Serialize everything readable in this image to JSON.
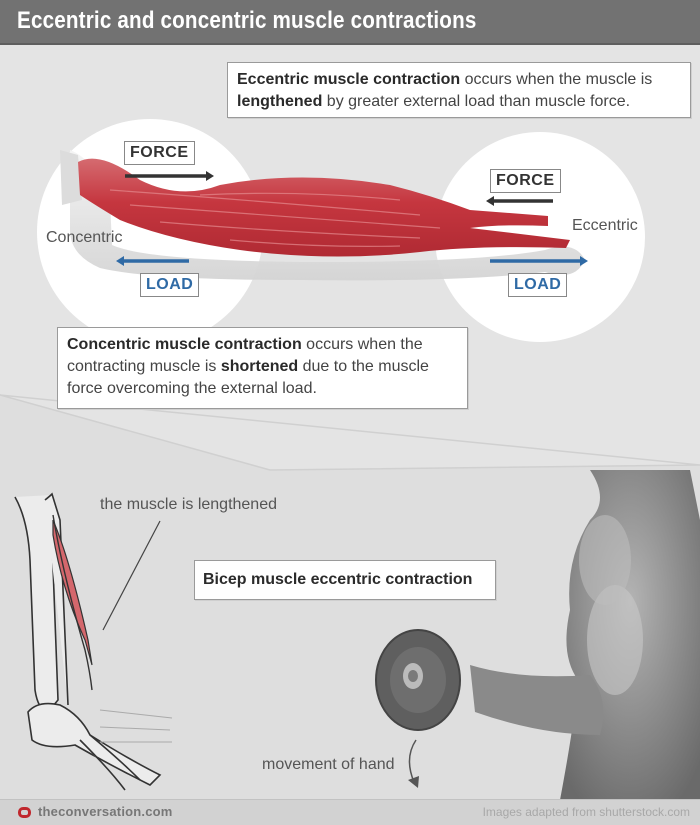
{
  "header": {
    "title": "Eccentric and concentric muscle contractions"
  },
  "top_diagram": {
    "eccentric_callout": {
      "bold_lead": "Eccentric muscle contraction",
      "text_1": " occurs when the muscle is ",
      "bold_mid": "lengthened",
      "text_2": " by greater external load than muscle force."
    },
    "concentric_callout": {
      "bold_lead": "Concentric muscle contraction",
      "text_1": " occurs when the contracting muscle is ",
      "bold_mid": "shortened",
      "text_2": " due to the muscle force overcoming the external load."
    },
    "left_circle": {
      "label": "Concentric",
      "force_tag": "FORCE",
      "load_tag": "LOAD",
      "force_direction": "right",
      "load_direction": "left"
    },
    "right_circle": {
      "label": "Eccentric",
      "force_tag": "FORCE",
      "load_tag": "LOAD",
      "force_direction": "left",
      "load_direction": "right"
    },
    "colors": {
      "muscle": "#c9414a",
      "force_arrow": "#333333",
      "load_arrow": "#2f6aa5"
    }
  },
  "bottom_diagram": {
    "muscle_annotation": "the muscle is lengthened",
    "bicep_callout": "Bicep muscle eccentric contraction",
    "movement_annotation": "movement of hand"
  },
  "footer": {
    "brand": "theconversation.com",
    "credit": "Images adapted from shutterstock.com",
    "logo_color": "#c0272d"
  }
}
